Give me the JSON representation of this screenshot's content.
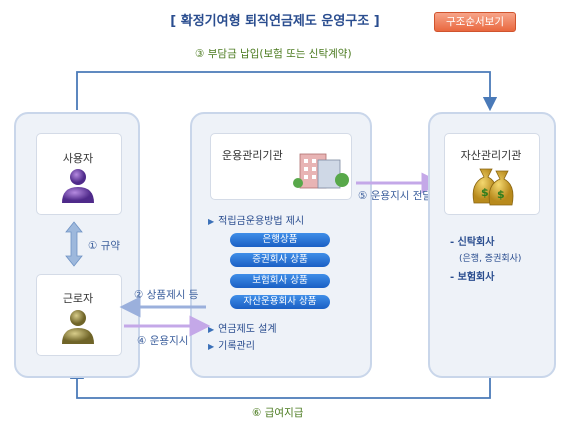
{
  "title": "[ 확정기여형 퇴직연금제도 운영구조 ]",
  "view_button": "구조순서보기",
  "flows": {
    "premium": "③ 부담금 납입(보험 또는 신탁계약)",
    "agreement": "① 규약",
    "product": "② 상품제시 등",
    "instruction": "④ 운용지시",
    "relay": "⑤ 운용지시 전달",
    "benefit": "⑥ 급여지급"
  },
  "entities": {
    "employer": "사용자",
    "employee": "근로자",
    "operator": "운용관리기관",
    "asset_manager": "자산관리기관"
  },
  "operator_tasks": {
    "method": "적립금운용방법 제시",
    "design": "연금제도 설계",
    "record": "기록관리"
  },
  "products": [
    "은행상품",
    "증권회사 상품",
    "보험회사 상품",
    "자산운용회사 상품"
  ],
  "asset_companies": {
    "trust": "- 신탁회사",
    "trust_sub": "(은행, 증권회사)",
    "insurance": "- 보험회사"
  },
  "colors": {
    "arrow": "#4a7ab8",
    "panel_border": "#c9d6ea",
    "title": "#2a4d8f",
    "flow_text": "#4a7a1e"
  }
}
